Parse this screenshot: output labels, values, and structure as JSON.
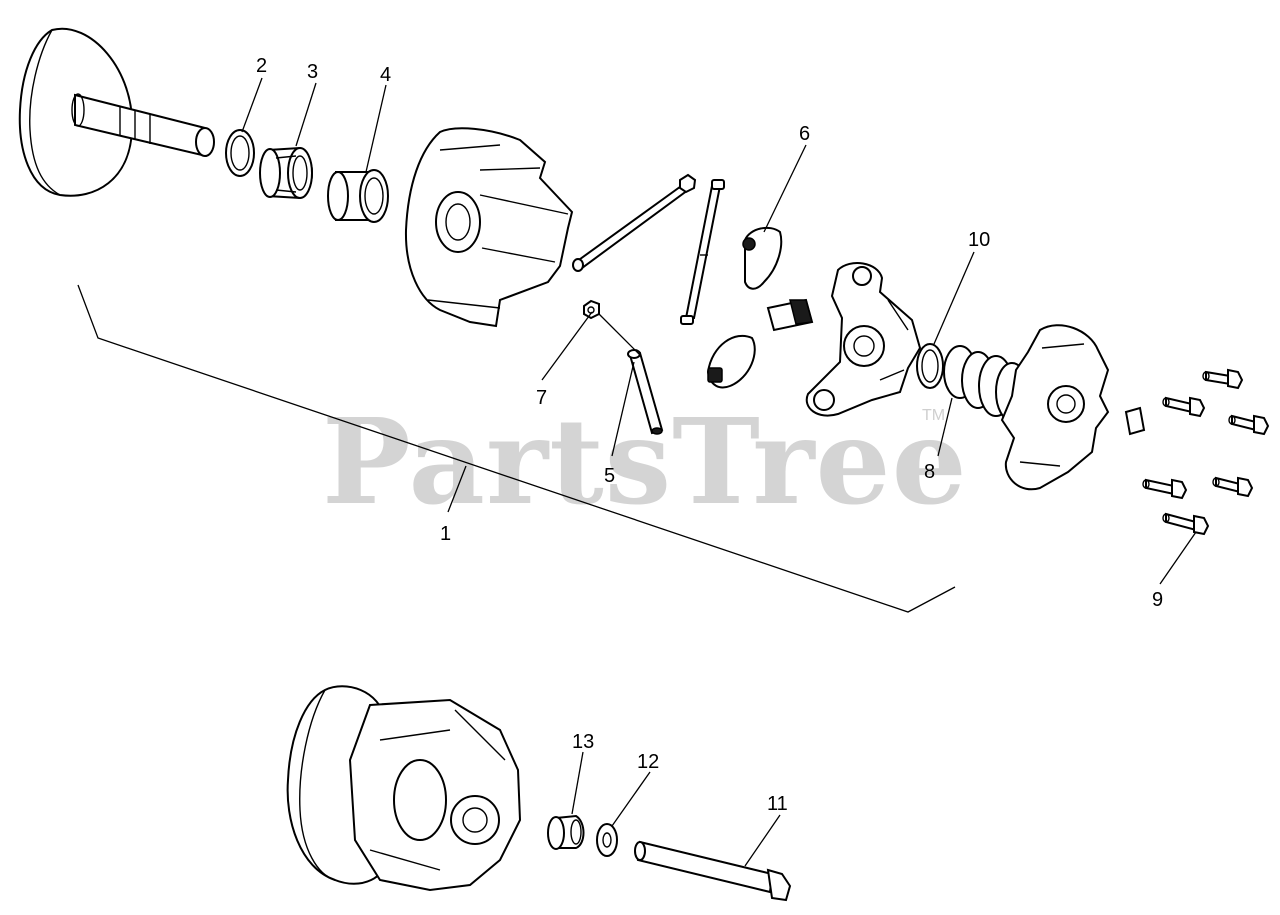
{
  "watermark": {
    "text": "PartsTree",
    "trademark": "TM"
  },
  "callouts": [
    {
      "id": "c1",
      "label": "1"
    },
    {
      "id": "c2",
      "label": "2"
    },
    {
      "id": "c3",
      "label": "3"
    },
    {
      "id": "c4",
      "label": "4"
    },
    {
      "id": "c5",
      "label": "5"
    },
    {
      "id": "c6",
      "label": "6"
    },
    {
      "id": "c7",
      "label": "7"
    },
    {
      "id": "c8",
      "label": "8"
    },
    {
      "id": "c9",
      "label": "9"
    },
    {
      "id": "c10",
      "label": "10"
    },
    {
      "id": "c11",
      "label": "11"
    },
    {
      "id": "c12",
      "label": "12"
    },
    {
      "id": "c13",
      "label": "13"
    }
  ]
}
